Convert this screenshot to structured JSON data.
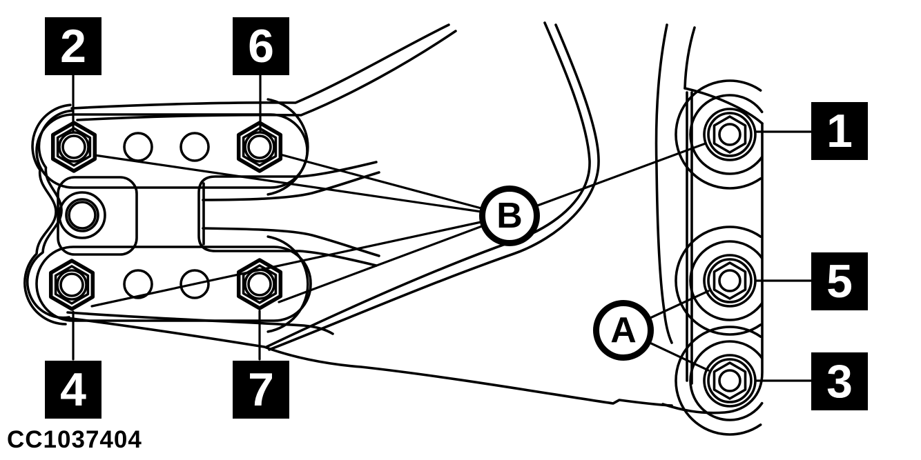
{
  "diagram": {
    "caption": "CC1037404",
    "callout_boxes": [
      {
        "id": "2",
        "label": "2"
      },
      {
        "id": "6",
        "label": "6"
      },
      {
        "id": "1",
        "label": "1"
      },
      {
        "id": "5",
        "label": "5"
      },
      {
        "id": "3",
        "label": "3"
      },
      {
        "id": "4",
        "label": "4"
      },
      {
        "id": "7",
        "label": "7"
      }
    ],
    "callout_circles": [
      {
        "id": "B",
        "label": "B"
      },
      {
        "id": "A",
        "label": "A"
      }
    ],
    "colors": {
      "line": "#000000",
      "background": "#ffffff",
      "box_background": "#000000",
      "box_text": "#ffffff"
    }
  }
}
